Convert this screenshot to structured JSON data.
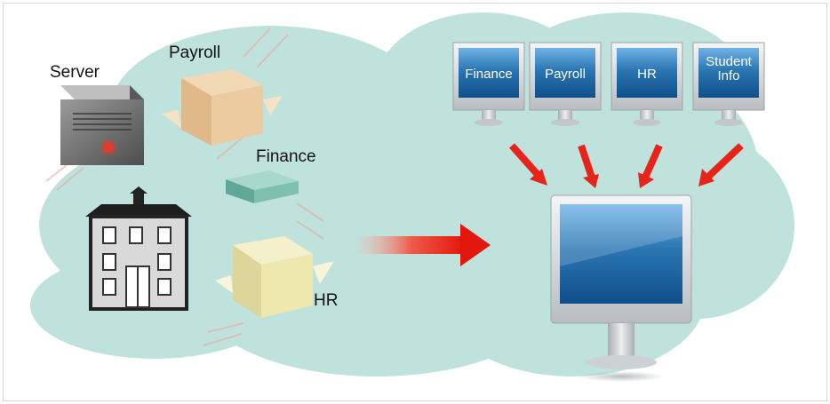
{
  "colors": {
    "cloud": "#bfe3dc",
    "arrow": "#e8231a",
    "screen": "#2a76b3",
    "monitor_body": "#d9dcdf",
    "box_tan": "#e8c89e",
    "box_teal": "#7fbfae",
    "box_yellow": "#eee7ae"
  },
  "left": {
    "server_label": "Server",
    "payroll_label": "Payroll",
    "finance_label": "Finance",
    "hr_label": "HR",
    "building_icon": "school-building-icon",
    "server_icon": "server-icon"
  },
  "monitors": [
    {
      "label": "Finance"
    },
    {
      "label": "Payroll"
    },
    {
      "label": "HR"
    },
    {
      "label": "Student\nInfo"
    }
  ]
}
